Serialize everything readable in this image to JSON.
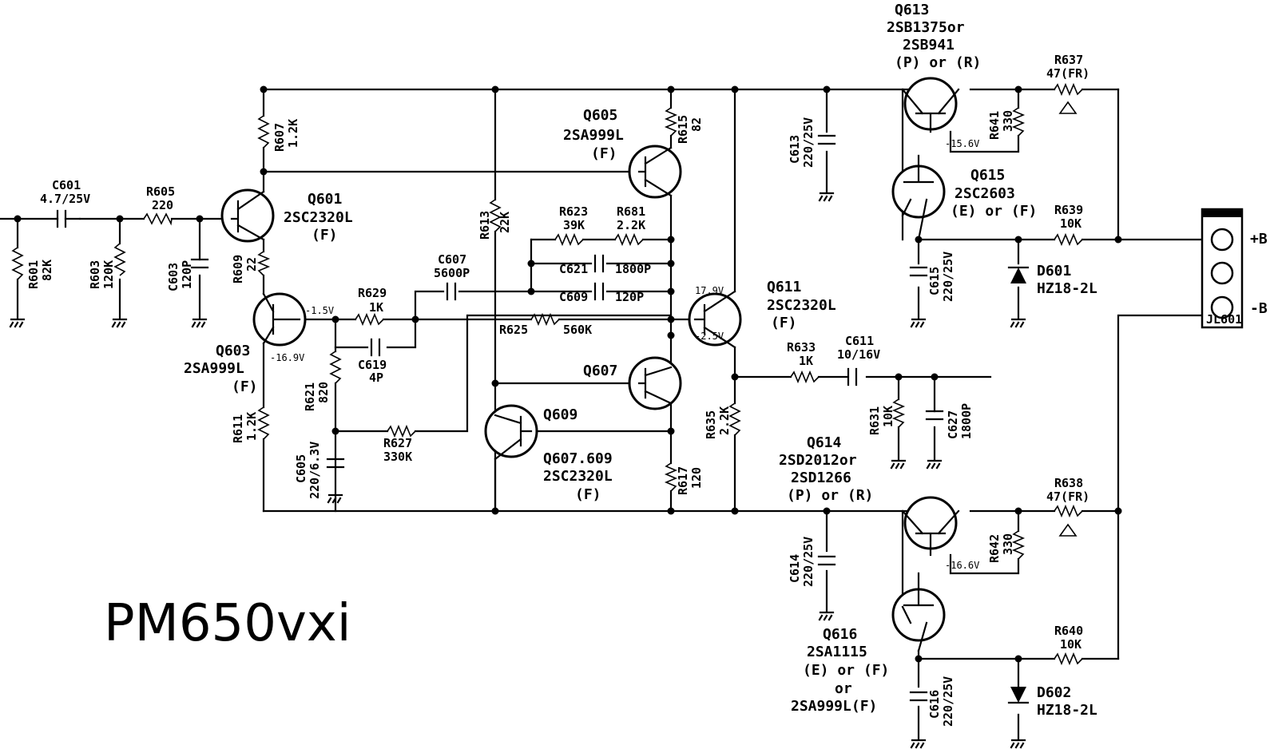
{
  "title": "PM650vxi",
  "transistors": {
    "q601": {
      "ref": "Q601",
      "part": "2SC2320L",
      "grade": "(F)"
    },
    "q603": {
      "ref": "Q603",
      "part": "2SA999L",
      "grade": "(F)"
    },
    "q605": {
      "ref": "Q605",
      "part": "2SA999L",
      "grade": "(F)"
    },
    "q607": {
      "ref": "Q607"
    },
    "q609": {
      "ref": "Q609"
    },
    "q607_609": {
      "ref": "Q607.609",
      "part": "2SC2320L",
      "grade": "(F)"
    },
    "q611": {
      "ref": "Q611",
      "part": "2SC2320L",
      "grade": "(F)"
    },
    "q613": {
      "ref": "Q613",
      "part": "2SB1375or",
      "part2": "2SB941",
      "grade": "(P) or (R)"
    },
    "q614": {
      "ref": "Q614",
      "part": "2SD2012or",
      "part2": "2SD1266",
      "grade": "(P) or (R)"
    },
    "q615": {
      "ref": "Q615",
      "part": "2SC2603",
      "grade": "(E) or (F)"
    },
    "q616": {
      "ref": "Q616",
      "part": "2SA1115",
      "grade": "(E) or (F)",
      "or": "or",
      "part2": "2SA999L(F)"
    }
  },
  "resistors": {
    "r601": {
      "ref": "R601",
      "value": "82K"
    },
    "r603": {
      "ref": "R603",
      "value": "120K"
    },
    "r605": {
      "ref": "R605",
      "value": "220"
    },
    "r607": {
      "ref": "R607",
      "value": "1.2K"
    },
    "r609": {
      "ref": "R609",
      "value": "22"
    },
    "r611": {
      "ref": "R611",
      "value": "1.2K"
    },
    "r613": {
      "ref": "R613",
      "value": "22K"
    },
    "r615": {
      "ref": "R615",
      "value": "82"
    },
    "r617": {
      "ref": "R617",
      "value": "120"
    },
    "r621": {
      "ref": "R621",
      "value": "820"
    },
    "r623": {
      "ref": "R623",
      "value": "39K"
    },
    "r625": {
      "ref": "R625",
      "value": "560K"
    },
    "r627": {
      "ref": "R627",
      "value": "330K"
    },
    "r629": {
      "ref": "R629",
      "value": "1K"
    },
    "r631": {
      "ref": "R631",
      "value": "10K"
    },
    "r633": {
      "ref": "R633",
      "value": "1K"
    },
    "r635": {
      "ref": "R635",
      "value": "2.2K"
    },
    "r637": {
      "ref": "R637",
      "value": "47(FR)"
    },
    "r638": {
      "ref": "R638",
      "value": "47(FR)"
    },
    "r639": {
      "ref": "R639",
      "value": "10K"
    },
    "r640": {
      "ref": "R640",
      "value": "10K"
    },
    "r641": {
      "ref": "R641",
      "value": "330"
    },
    "r642": {
      "ref": "R642",
      "value": "330"
    },
    "r681": {
      "ref": "R681",
      "value": "2.2K"
    }
  },
  "capacitors": {
    "c601": {
      "ref": "C601",
      "value": "4.7/25V"
    },
    "c603": {
      "ref": "C603",
      "value": "120P"
    },
    "c605": {
      "ref": "C605",
      "value": "220/6.3V"
    },
    "c607": {
      "ref": "C607",
      "value": "5600P"
    },
    "c609": {
      "ref": "C609",
      "value": "120P"
    },
    "c611": {
      "ref": "C611",
      "value": "10/16V"
    },
    "c613": {
      "ref": "C613",
      "value": "220/25V"
    },
    "c614": {
      "ref": "C614",
      "value": "220/25V"
    },
    "c615": {
      "ref": "C615",
      "value": "220/25V"
    },
    "c616": {
      "ref": "C616",
      "value": "220/25V"
    },
    "c619": {
      "ref": "C619",
      "value": "4P"
    },
    "c621": {
      "ref": "C621",
      "value": "1800P"
    },
    "c627": {
      "ref": "C627",
      "value": "1800P"
    }
  },
  "diodes": {
    "d601": {
      "ref": "D601",
      "value": "HZ18-2L"
    },
    "d602": {
      "ref": "D602",
      "value": "HZ18-2L"
    }
  },
  "connector": {
    "ref": "JL601",
    "plus": "+B",
    "minus": "-B"
  },
  "voltages": {
    "v_q603_b": "-1.5V",
    "v_q603_e": "-16.9V",
    "v_q611_e": "-2.5V",
    "v_q611_c": "17.9V",
    "v_q615_e": "-15.6V",
    "v_q616_c": "-16.6V"
  }
}
